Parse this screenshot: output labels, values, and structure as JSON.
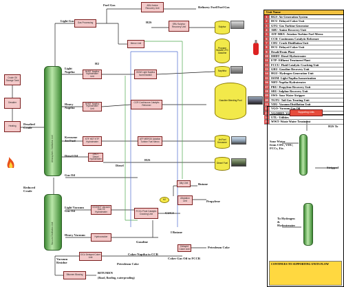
{
  "diagram": {
    "feed_chain": [
      {
        "id": "crude-storage",
        "label": "Crude Oil Storage Tank"
      },
      {
        "id": "desalter",
        "label": "Desalter"
      },
      {
        "id": "heating",
        "label": "Heating"
      }
    ],
    "desalted_crude_label": "Desalted\nCrude",
    "reduced_crude_label": "Reduced\nCrude",
    "atm_column_label": "Atmospheric Distillation Unit",
    "vac_column_label": "Vacuum Distillation Unit",
    "streams": {
      "fuel_gas": "Fuel Gas",
      "light_gas": "Light Gas",
      "light_naphtha": "Light\nNaptha",
      "heavy_naphtha": "Heavy\nNaptha",
      "kerosene": "Kerosene\nJet Fuel",
      "diesel_oil": "Diesel Oil",
      "gas_oil": "Gas Oil",
      "light_vacuum_gas_oil": "Light Vacuum\nGas Oil",
      "heavy_vacuum": "Heavy Vacuum",
      "vacuum_residue": "Vacuum\nResidue",
      "h2s_1": "H2S",
      "h2s_2": "H2S",
      "h2": "H2",
      "diesel": "Diesel",
      "c3_c4": "C3/C4",
      "i_butane": "I Butane",
      "gasoline": "Gasoline",
      "butane": "Butane",
      "propylene": "Propylene",
      "refinery_fuel_gas": "Refinery Fuel/Fuel Gas",
      "petroleum_coke": "Petroleum Coke",
      "coker_naphtha": "Coker Naptha to CCR",
      "coker_gas_oil": "Coker Gas Oil to FCCR",
      "petroleum_coke_2": "Petroleum Coke",
      "bitumen": "BITUMEN",
      "bitumen_note": "(Road, Roofing, waterproofing)",
      "sour_water": "Sour Water\nfrom CDU, VDU,\nFCCs, Etc.",
      "to_hydrogen": "To Hydrogen\n&\nHydrotreater",
      "stripped": "Stripped",
      "h2s_right": "H2S To"
    },
    "units": [
      {
        "id": "abu",
        "label": "ABU Amine Recovery Unit"
      },
      {
        "id": "gas-processing",
        "label": "Gas Processing"
      },
      {
        "id": "sru",
        "label": "SRU Sulphur Recovery Unit"
      },
      {
        "id": "merox",
        "label": "Merox Unit"
      },
      {
        "id": "nhdt",
        "label": "NHDT Naptha Hydrotreater Unit"
      },
      {
        "id": "isom",
        "label": "ISOM Light Naptha Isomerization"
      },
      {
        "id": "nhdt2",
        "label": "NHDT Naptha Hydrotreater Unit"
      },
      {
        "id": "ccr",
        "label": "CCR Continuous Catalytic Reformer"
      },
      {
        "id": "kthdt",
        "label": "KTF HDT KTF Hydrotreater"
      },
      {
        "id": "atf",
        "label": "ATF MEROX Aviation Turbine Fuel Merox"
      },
      {
        "id": "dhdt",
        "label": "DHDT Diesel Hydrotreater"
      },
      {
        "id": "alky",
        "label": "Alky Unit"
      },
      {
        "id": "alkylation",
        "label": "Alkylation Unit"
      },
      {
        "id": "vgohdt",
        "label": "VGOHDT Vacuum Gas Oil Hydrotreater"
      },
      {
        "id": "fccu",
        "label": "FCCU Fluid Catalytic Cracking Unit"
      },
      {
        "id": "hydrocracker",
        "label": "Hydrocracker"
      },
      {
        "id": "coker",
        "label": "Delayed Coker Unit"
      },
      {
        "id": "deasphalt",
        "label": "DCU Delayed Coker Unit"
      },
      {
        "id": "bitumen-blowing",
        "label": "Bitumen Blowing"
      }
    ],
    "tanks": [
      {
        "id": "sulphur",
        "label": "Sulphur"
      },
      {
        "id": "lpg",
        "label": "Propane Butane LPG Gasoline"
      },
      {
        "id": "naphtha",
        "label": "Naphtha"
      },
      {
        "id": "gasoline-pool",
        "label": "Gasoline Blending Pool"
      },
      {
        "id": "jet-fuel",
        "label": "Jet Fuel Kerosene"
      },
      {
        "id": "diesel-fuel",
        "label": "Diesel Fuel"
      }
    ],
    "supporting_unit": "Supporting Units",
    "h2_bubble": "H2",
    "chain_note": "CONTINUES TO SUPPORTING UNITS FLOW"
  },
  "legend": {
    "title": "Unit Name",
    "items": [
      {
        "num": "1",
        "text": "RGS- Air Generation System"
      },
      {
        "num": "2",
        "text": "DCU- Delayed Coker Unit"
      },
      {
        "num": "3",
        "text": "GTG- Gas Turbine Generator"
      },
      {
        "num": "4",
        "text": "ABU- Amine Recovery Unit"
      },
      {
        "num": "5",
        "text": "ATF-MRX- Aviation Turbine Fuel Merox"
      },
      {
        "num": "6",
        "text": "CCR- Continuous Catalytic Reformer"
      },
      {
        "num": "7",
        "text": "CDU- Crude Distillation Unit"
      },
      {
        "num": "8",
        "text": "DCU- Delayed Coker Unit"
      },
      {
        "num": "9",
        "text": "Desalt/Drain Plant"
      },
      {
        "num": "10",
        "text": "DHDT- Diesel Hydrotreater"
      },
      {
        "num": "11",
        "text": "ETP- Effluent Treatment Plant"
      },
      {
        "num": "12",
        "text": "FCCU- Fluid Catalytic Cracking Unit"
      },
      {
        "num": "13",
        "text": "GRU- Gasoline Recovery Unit"
      },
      {
        "num": "14",
        "text": "HGU- Hydrogen Generation Unit"
      },
      {
        "num": "15",
        "text": "ISOM- Light Naptha Isomerization"
      },
      {
        "num": "16",
        "text": "NHT- Naptha Hydrotreater"
      },
      {
        "num": "17",
        "text": "PRU- Propylene Recovery Unit"
      },
      {
        "num": "18",
        "text": "SRU- Sulphur Recovery Unit"
      },
      {
        "num": "19",
        "text": "SWS- Sour Water Stripper"
      },
      {
        "num": "20",
        "text": "TGTU- Tail Gas Treating Unit"
      },
      {
        "num": "21",
        "text": "VDU- Vacuum Distillation Unit"
      },
      {
        "num": "22",
        "text": "VGO- Vacuum Gas Oil"
      },
      {
        "num": "23",
        "text": "VGOHDT- VGO Hydrotreater"
      },
      {
        "num": "24",
        "text": "UTL- Utilities"
      },
      {
        "num": "25",
        "text": "WWT- Waste Water Treatment"
      }
    ]
  },
  "colors": {
    "unit_fill": "#f3c9c9",
    "column_green": "#3f8a35",
    "tank_yellow": "#f2e94a",
    "line_dark": "#1a1a1a",
    "line_green": "#4da64d",
    "line_blue": "#4a6ad0"
  }
}
